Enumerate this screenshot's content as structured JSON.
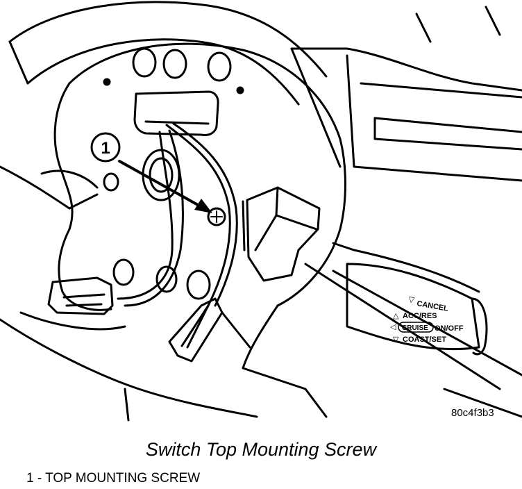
{
  "figure_id": "80c4f3b3",
  "caption": "Switch Top Mounting Screw",
  "callout": {
    "number": "1"
  },
  "legend": [
    {
      "text": "1 - TOP MOUNTING SCREW"
    }
  ],
  "switch_labels": {
    "cancel": "CANCEL",
    "acc_res": "ACC/RES",
    "cruise": "CRUISE",
    "on_off": "ON/OFF",
    "coast_set": "COAST/SET"
  }
}
